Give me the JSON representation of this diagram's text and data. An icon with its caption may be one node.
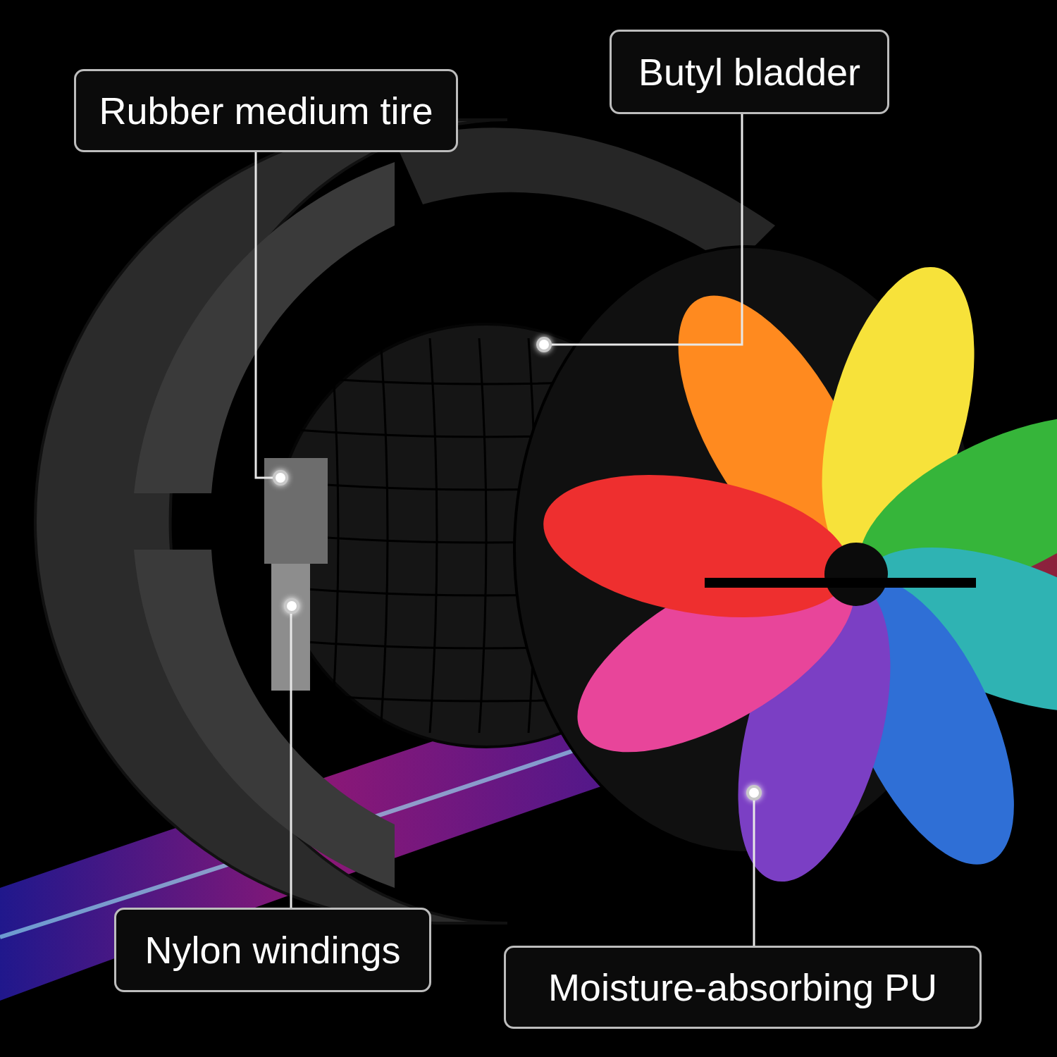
{
  "diagram": {
    "nodes": [
      {
        "text": [
          "Rubber medium tire"
        ]
      },
      {
        "text": [
          "Butyl bladder"
        ]
      },
      {
        "text": [
          "Nylon windings"
        ]
      },
      {
        "text": [
          "Moisture-absorbing PU"
        ]
      },
      {
        "text": [],
        "shape": "circle"
      },
      {
        "text": [],
        "shape": "circle"
      },
      {
        "text": [],
        "shape": "circle"
      },
      {
        "text": [],
        "shape": "circle"
      }
    ],
    "edges": [
      {
        "from": 0,
        "to": 4,
        "arrow": "none"
      },
      {
        "from": 1,
        "to": 6,
        "arrow": "none"
      },
      {
        "from": 2,
        "to": 5,
        "arrow": "none"
      },
      {
        "from": 3,
        "to": 7,
        "arrow": "none"
      }
    ]
  }
}
